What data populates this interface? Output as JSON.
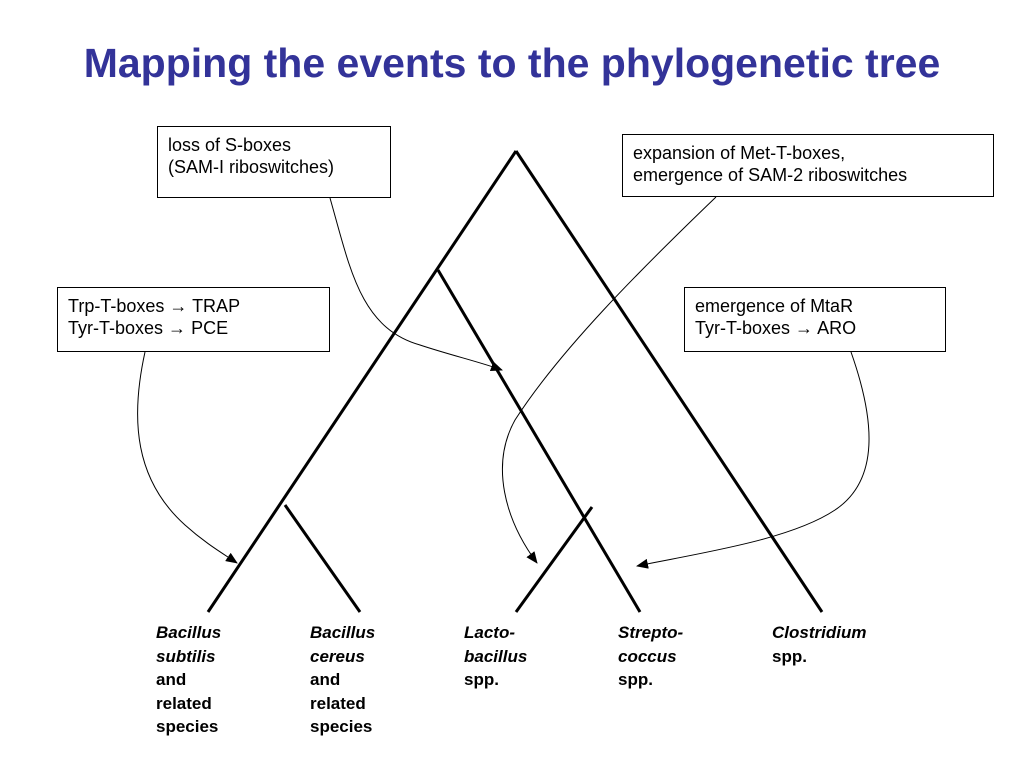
{
  "title": "Mapping the events to the phylogenetic tree",
  "colors": {
    "title": "#333399",
    "lines": "#000000",
    "background": "#ffffff"
  },
  "boxes": {
    "s_boxes": {
      "line1": "loss of S-boxes",
      "line2": "(SAM-I riboswitches)"
    },
    "met_t_boxes": {
      "line1": "expansion of Met-T-boxes,",
      "line2": "emergence of SAM-2 riboswitches"
    },
    "trp_tyr": {
      "line1_prefix": "Trp-T-boxes",
      "line1_arrow": "→",
      "line1_suffix": "TRAP",
      "line2_prefix": "Tyr-T-boxes",
      "line2_arrow": "→",
      "line2_suffix": "PCE"
    },
    "mtar": {
      "line1": "emergence of MtaR",
      "line2_prefix": "Tyr-T-boxes",
      "line2_arrow": "→",
      "line2_suffix": "ARO"
    }
  },
  "taxa": [
    {
      "italic": [
        "Bacillus",
        "subtilis"
      ],
      "regular": [
        "and",
        "related",
        "species"
      ]
    },
    {
      "italic": [
        "Bacillus",
        "cereus"
      ],
      "regular": [
        "and",
        "related",
        "species"
      ]
    },
    {
      "italic": [
        "Lacto-",
        "bacillus"
      ],
      "regular": [
        "spp."
      ]
    },
    {
      "italic": [
        "Strepto-",
        "coccus"
      ],
      "regular": [
        "spp."
      ]
    },
    {
      "italic": [
        "Clostridium"
      ],
      "regular": [
        "spp."
      ]
    }
  ]
}
